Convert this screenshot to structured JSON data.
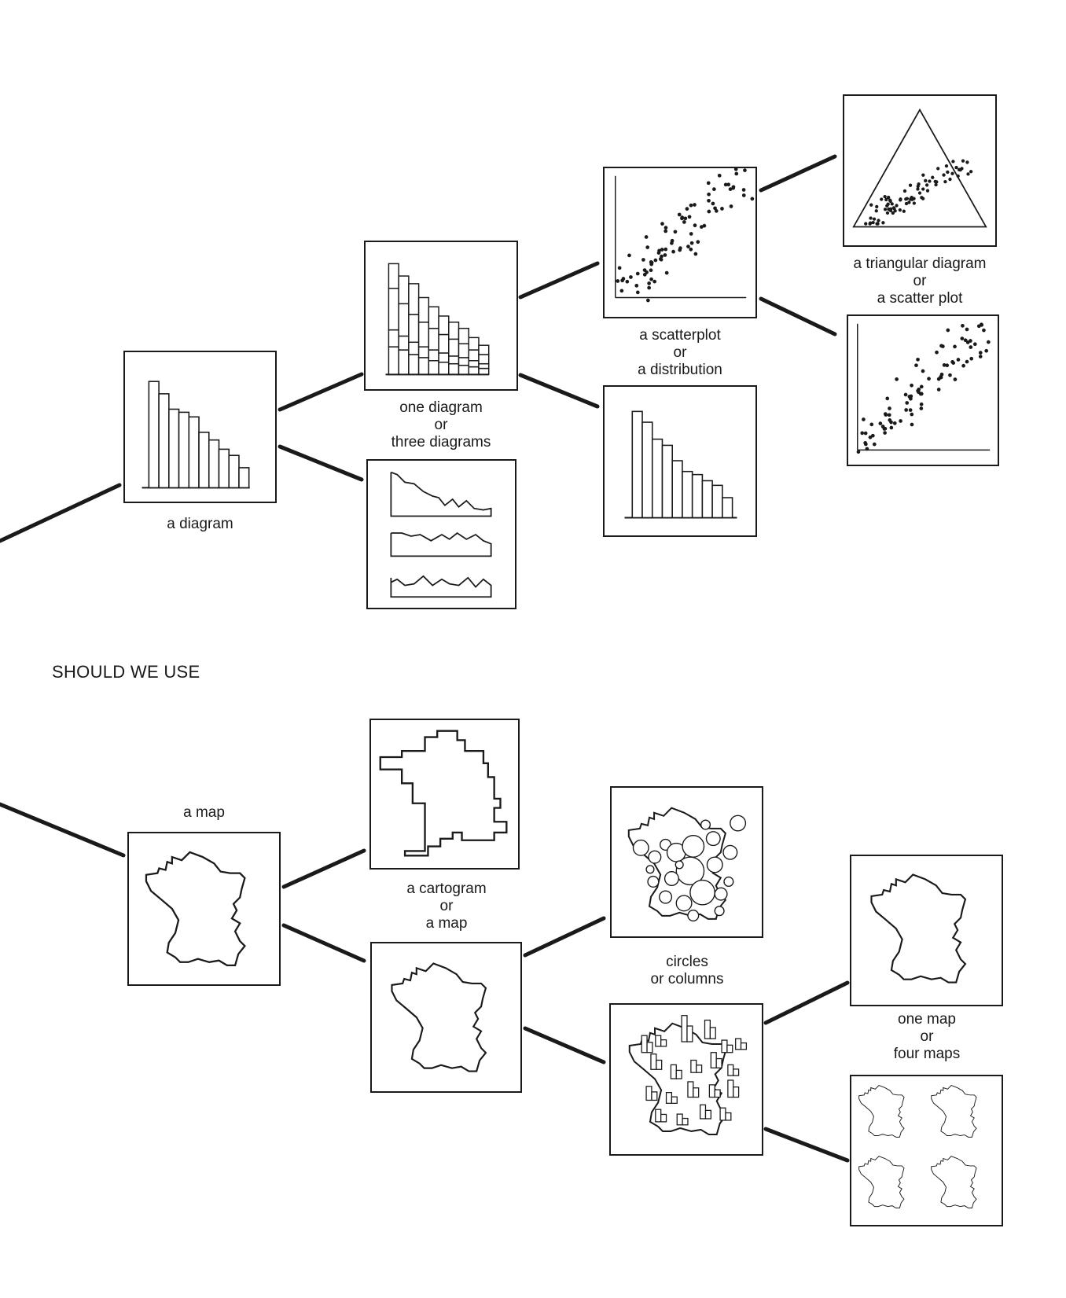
{
  "heading": "SHOULD WE USE",
  "diagram_branch": {
    "root": {
      "label": "a diagram"
    },
    "level1": {
      "line1": "one diagram",
      "line2": "or",
      "line3": "three diagrams"
    },
    "level2": {
      "line1": "a scatterplot",
      "line2": "or",
      "line3": "a distribution"
    },
    "level3": {
      "line1": "a triangular diagram",
      "line2": "or",
      "line3": "a scatter plot"
    }
  },
  "map_branch": {
    "root": {
      "label": "a map"
    },
    "level1": {
      "line1": "a cartogram",
      "line2": "or",
      "line3": "a map"
    },
    "level2": {
      "line1": "circles",
      "line2": "or columns"
    },
    "level3": {
      "line1": "one map",
      "line2": "or",
      "line3": "four maps"
    }
  },
  "colors": {
    "ink": "#1a1a1a",
    "paper": "#ffffff"
  }
}
